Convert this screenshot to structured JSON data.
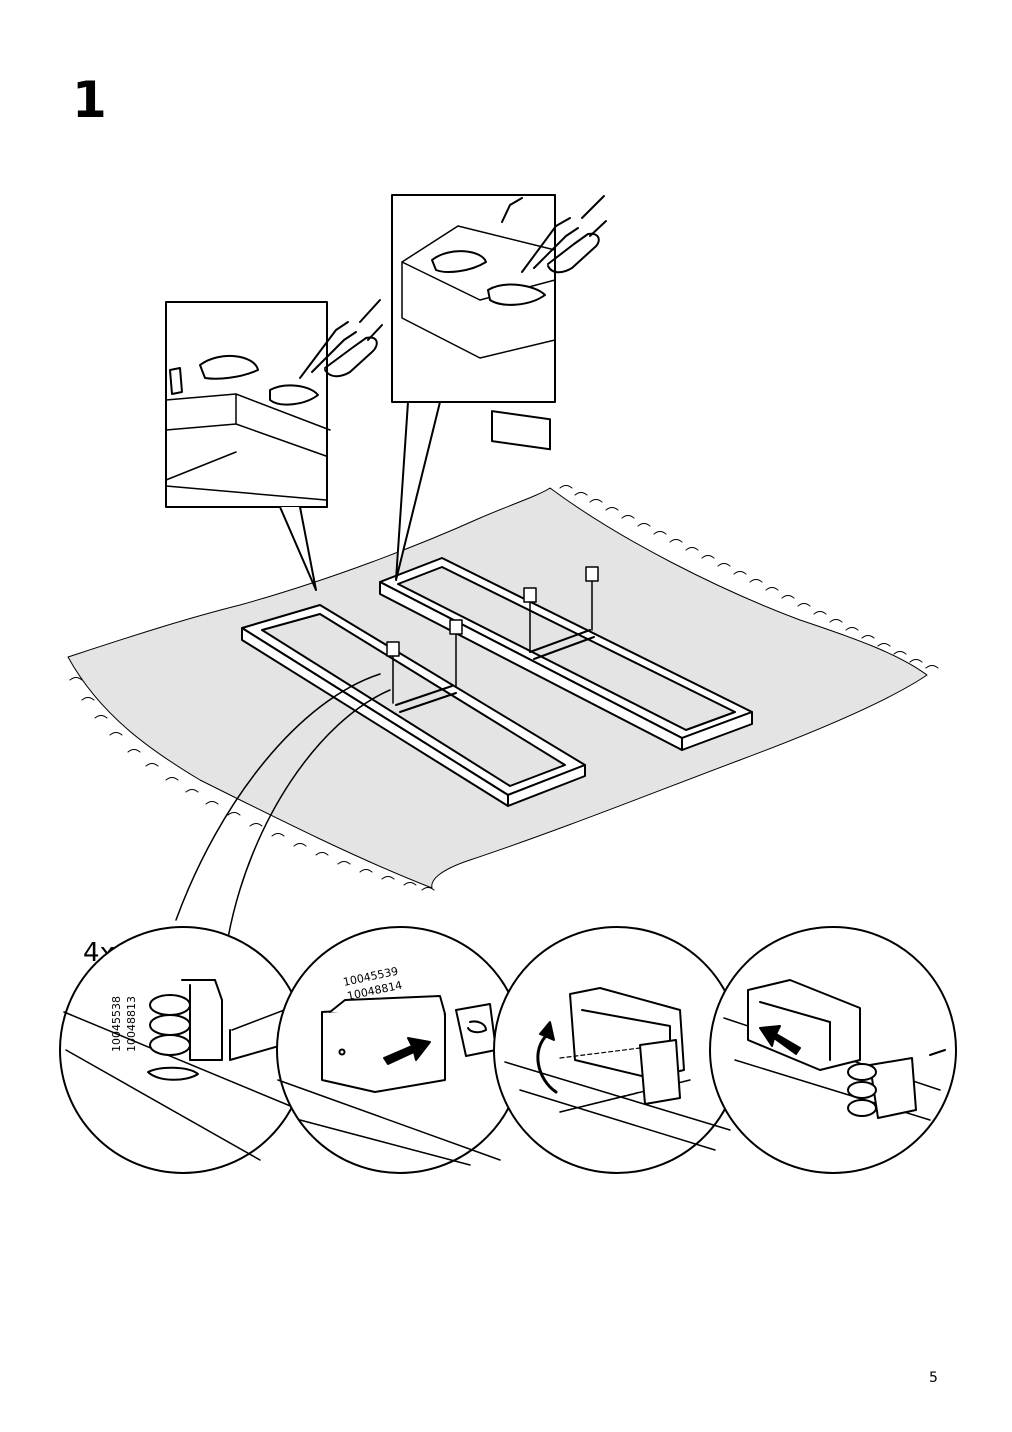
{
  "instruction": {
    "step_number": "1",
    "quantity": "4x",
    "page_number": "5",
    "part_codes_left": [
      "10045538",
      "10048813"
    ],
    "part_codes_insert": [
      "10045539",
      "10048814"
    ]
  },
  "icons": [
    "hand-pointing-icon",
    "rotate-arrow-icon",
    "push-arrow-right-icon",
    "push-arrow-left-icon"
  ]
}
